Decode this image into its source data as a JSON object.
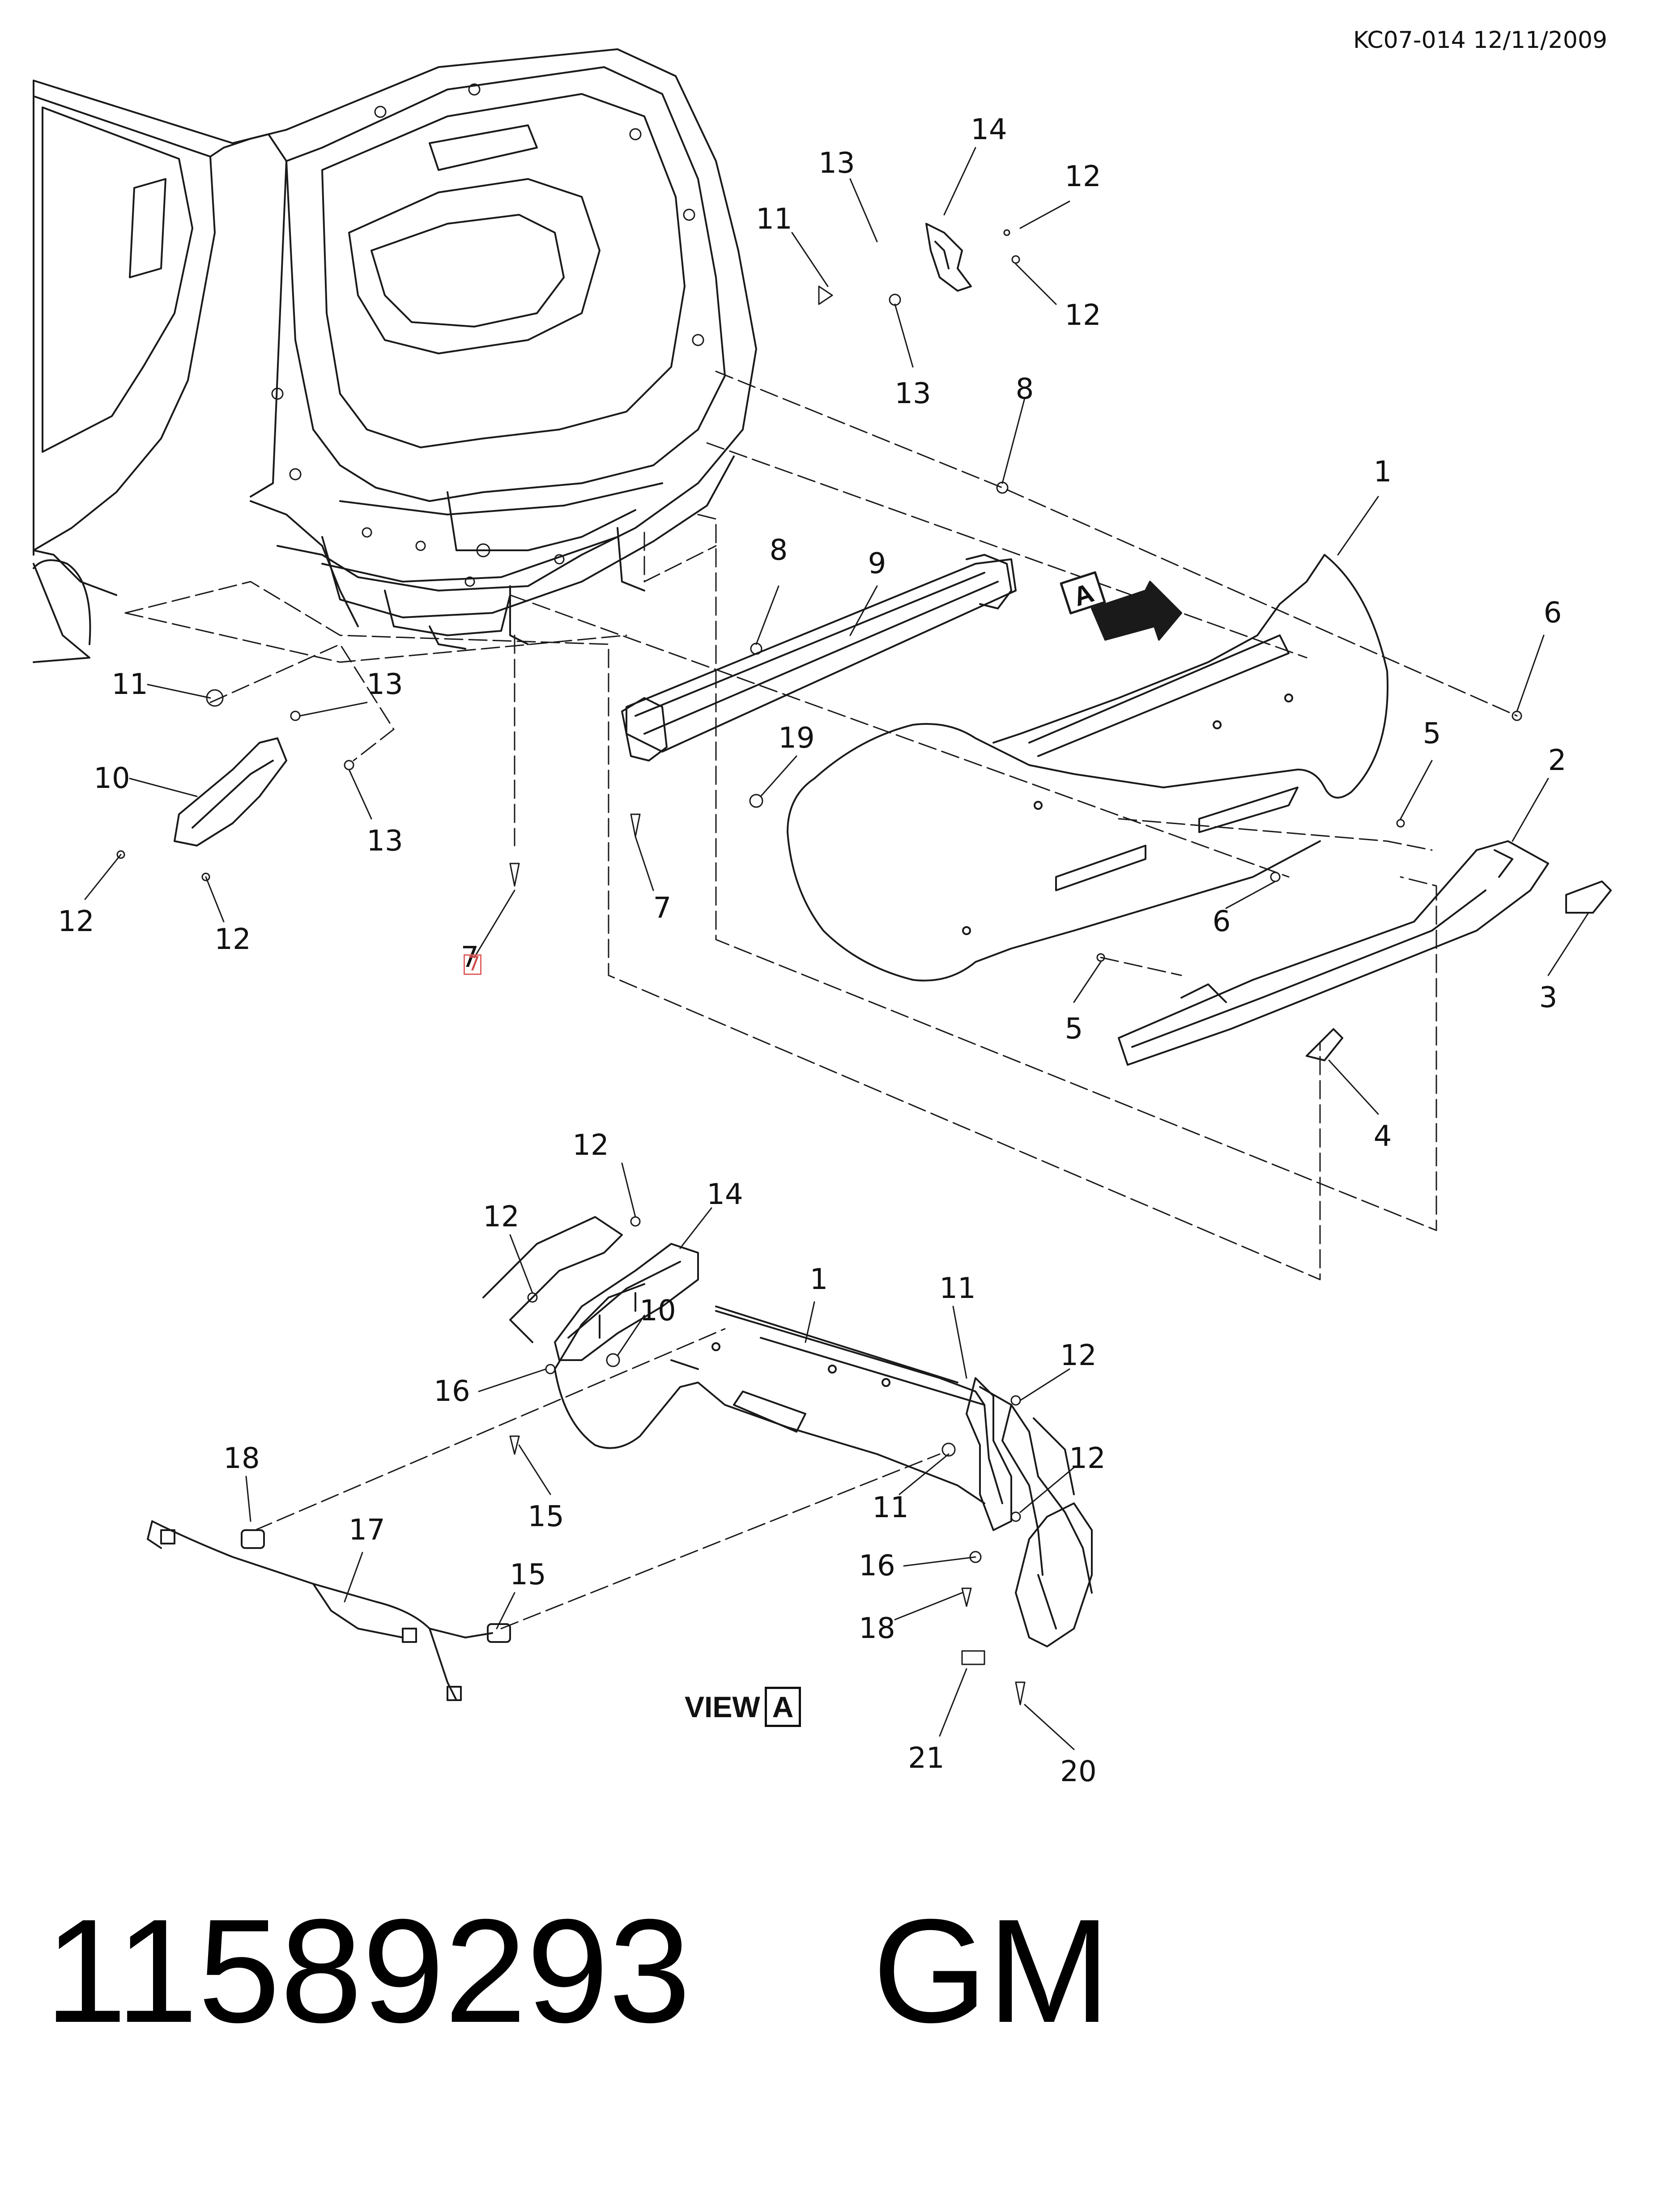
{
  "header": {
    "drawing_code": "KC07-014 12/11/2009"
  },
  "view": {
    "label": "VIEW",
    "marker": "A"
  },
  "arrow_marker": "A",
  "callouts": [
    "14",
    "13",
    "12",
    "11",
    "12",
    "13",
    "8",
    "1",
    "8",
    "9",
    "6",
    "11",
    "13",
    "10",
    "19",
    "5",
    "2",
    "13",
    "12",
    "12",
    "7",
    "7",
    "6",
    "3",
    "5",
    "4",
    "12",
    "14",
    "12",
    "1",
    "10",
    "11",
    "16",
    "12",
    "11",
    "12",
    "18",
    "17",
    "15",
    "16",
    "18",
    "15",
    "21",
    "20"
  ],
  "highlighted_callout": "7",
  "footer": {
    "part_number": "11589293",
    "manufacturer": "GM"
  },
  "colors": {
    "line": "#1a1a1a",
    "highlight": "#e06060"
  }
}
